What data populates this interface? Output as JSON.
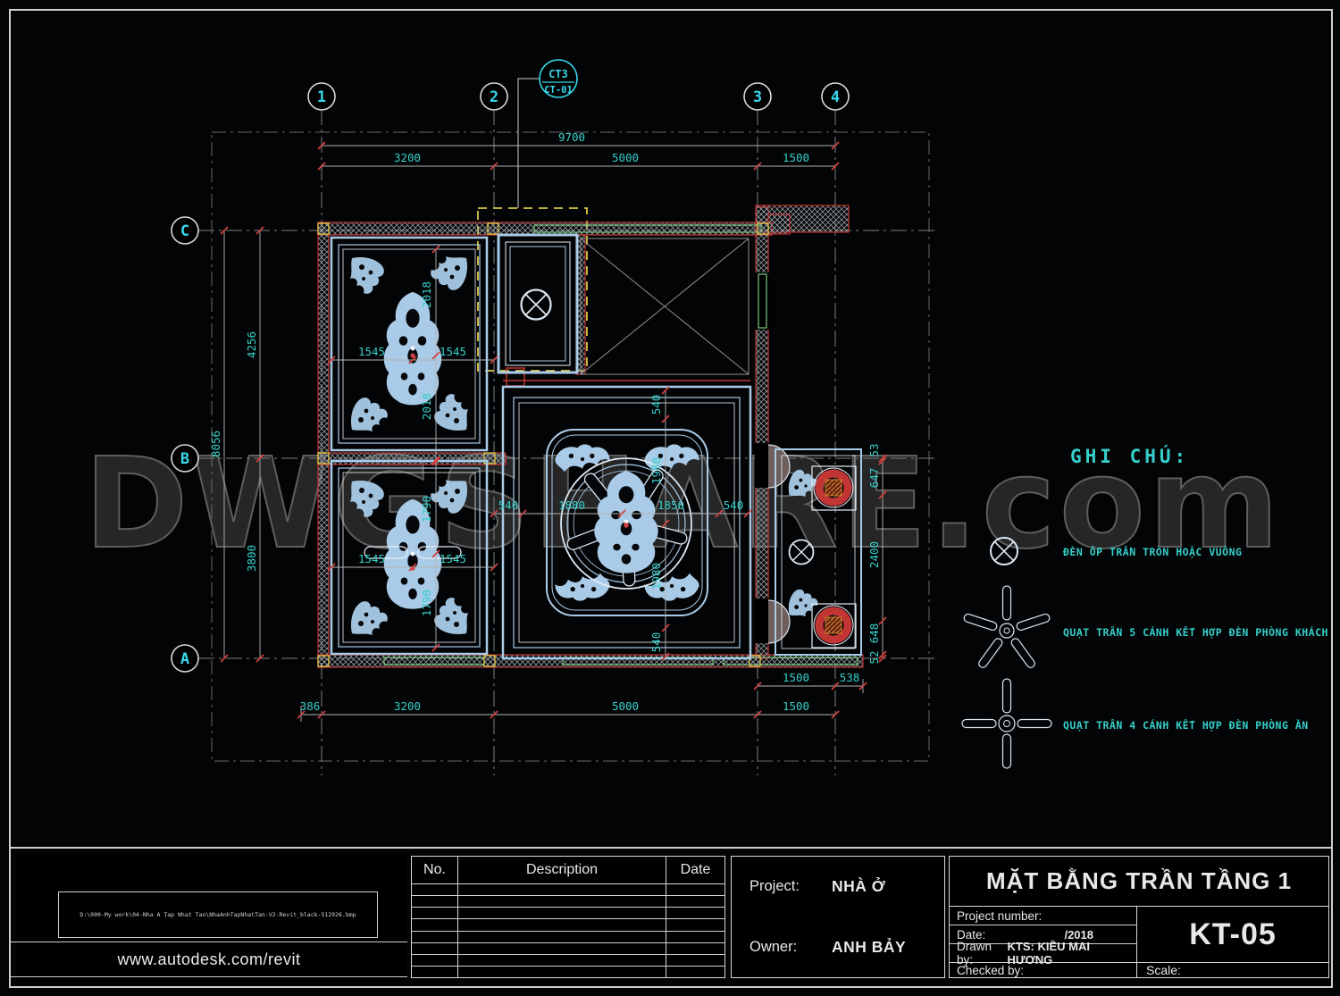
{
  "sheet": {
    "watermark": "DWGSHARE.com"
  },
  "grid": {
    "cols": [
      "1",
      "2",
      "3",
      "4"
    ],
    "rows": [
      "C",
      "B",
      "A"
    ]
  },
  "tag": {
    "line1": "CT3",
    "line2": "CT-01"
  },
  "dims": {
    "top_overall": "9700",
    "top": [
      "3200",
      "5000",
      "1500"
    ],
    "bottom": [
      "386",
      "3200",
      "5000",
      "1500"
    ],
    "bottom_upper": [
      "1500",
      "538"
    ],
    "left_overall": "8056",
    "left": [
      "4256",
      "3800"
    ],
    "right": [
      "53",
      "647",
      "2400",
      "648",
      "52"
    ],
    "room_tl_h": [
      "1545",
      "1545"
    ],
    "room_tl_v": [
      "2018",
      "2018"
    ],
    "room_bl_h": [
      "1545",
      "1545"
    ],
    "room_bl_v": [
      "1790",
      "1790"
    ],
    "living_h": [
      "540",
      "1880",
      "1850",
      "540"
    ],
    "living_v": [
      "540",
      "1980",
      "1980",
      "540"
    ]
  },
  "legend": {
    "title": "GHI CHÚ:",
    "items": [
      {
        "icon": "ceiling-lamp-icon",
        "label": "ĐÈN ỐP TRẦN TRÒN HOẶC VUÔNG"
      },
      {
        "icon": "fan-5-blade-icon",
        "label": "QUẠT TRẦN 5 CÁNH KẾT HỢP ĐÈN PHÒNG KHÁCH"
      },
      {
        "icon": "fan-4-blade-icon",
        "label": "QUẠT TRẦN 4 CÁNH KẾT HỢP ĐÈN PHÒNG ĂN"
      }
    ]
  },
  "titleblock": {
    "revisions": {
      "headers": [
        "No.",
        "Description",
        "Date"
      ]
    },
    "project_label": "Project:",
    "project": "NHÀ Ở",
    "owner_label": "Owner:",
    "owner": "ANH BẢY",
    "drawing_title": "MẶT BẰNG TRẦN TẦNG 1",
    "project_number_label": "Project number:",
    "date_label": "Date:",
    "date": "/2018",
    "drawn_by_label": "Drawn by:",
    "drawn_by": "KTS: KIỀU MAI HƯƠNG",
    "checked_by_label": "Checked by:",
    "scale_label": "Scale:",
    "sheet_number": "KT-05",
    "file_path": "D:\\000-My work\\04-Nha A Tap Nhat Tan\\NhaAnhTapNhatTan-V2-Revit_black-512926.bmp",
    "footer_url": "www.autodesk.com/revit"
  },
  "colors": {
    "dim_text": "#35d0cb",
    "grid_label": "#38d8ee",
    "wall_red": "#c23535",
    "frame_blue": "#a9cbe8",
    "accent_yellow": "#ddc845",
    "window_green": "#7ec87e"
  }
}
